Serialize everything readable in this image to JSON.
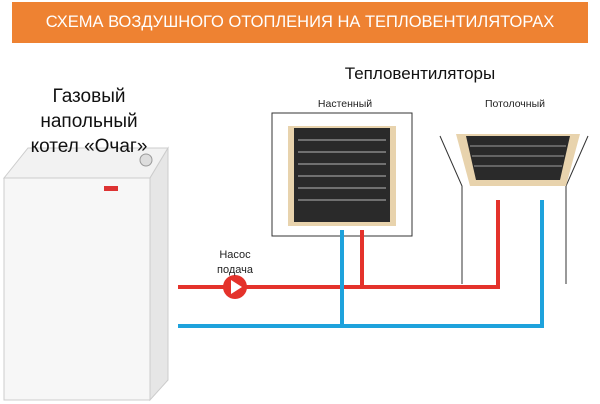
{
  "header": {
    "title": "СХЕМА ВОЗДУШНОГО ОТОПЛЕНИЯ НА ТЕПЛОВЕНТИЛЯТОРАХ"
  },
  "boiler": {
    "line1": "Газовый",
    "line2": "напольный",
    "line3": "котел «Очаг»"
  },
  "fans": {
    "title": "Тепловентиляторы",
    "wall": "Настенный",
    "ceiling": "Потолочный"
  },
  "pump": {
    "line1": "Насос",
    "line2": "подача"
  },
  "colors": {
    "header": "#ee8232",
    "supply": "#e4322b",
    "return": "#1ea2dc"
  }
}
